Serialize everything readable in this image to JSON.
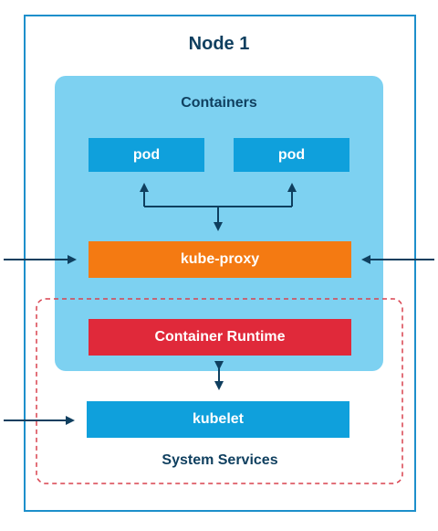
{
  "node": {
    "title": "Node 1"
  },
  "containers": {
    "title": "Containers"
  },
  "pods": [
    {
      "label": "pod"
    },
    {
      "label": "pod"
    }
  ],
  "components": {
    "kube_proxy": "kube-proxy",
    "container_runtime": "Container Runtime",
    "kubelet": "kubelet"
  },
  "system_services": {
    "label": "System Services"
  },
  "colors": {
    "node_border": "#1d8fcb",
    "containers_bg": "#7dd1f1",
    "pod": "#0fa0dc",
    "kube_proxy": "#f47a12",
    "container_runtime": "#e0293a",
    "kubelet": "#0fa0dc",
    "system_services_border": "#d9424f",
    "arrow": "#0f3f5f",
    "title_text": "#0f3f5f"
  }
}
